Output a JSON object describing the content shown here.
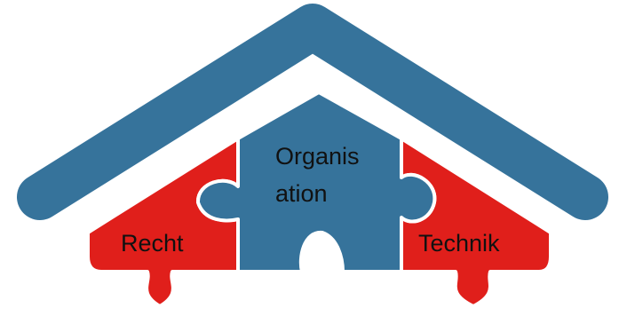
{
  "colors": {
    "roof": "#36739b",
    "center_piece": "#36739b",
    "side_pieces": "#e01f1b",
    "piece_border": "#ffffff",
    "text": "#111111"
  },
  "pieces": {
    "left": {
      "label": "Recht"
    },
    "center": {
      "line1": "Organis",
      "line2": "ation"
    },
    "right": {
      "label": "Technik"
    }
  }
}
